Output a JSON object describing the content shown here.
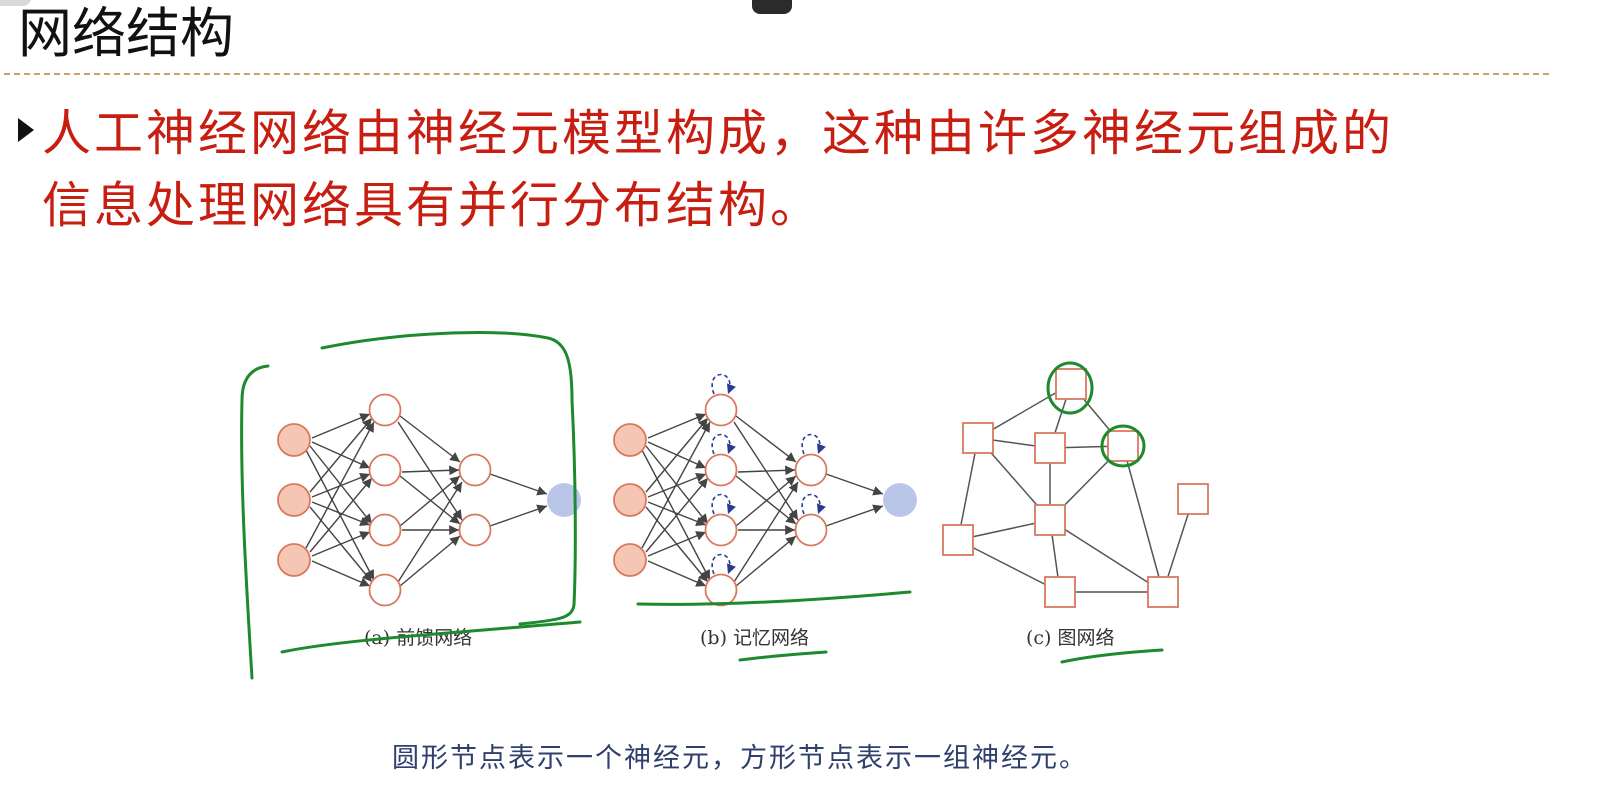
{
  "slide": {
    "title": "网络结构",
    "bullet_lines": [
      "人工神经网络由神经元模型构成，这种由许多神经元组成的",
      "信息处理网络具有并行分布结构。"
    ]
  },
  "figure": {
    "panels": [
      {
        "label": "(a) 前馈网络"
      },
      {
        "label": "(b) 记忆网络"
      },
      {
        "label": "(c) 图网络"
      }
    ],
    "caption": "圆形节点表示一个神经元，方形节点表示一组神经元。"
  },
  "colors": {
    "title": "#111111",
    "bullet_text": "#c81e12",
    "input_node_fill": "#f6c6b5",
    "node_stroke": "#d9795f",
    "output_node_fill": "#b9c6ea",
    "edge": "#444444",
    "recurrent_edge": "#2a3a8f",
    "annotation_pen": "#1d8a2e",
    "caption": "#2f3f6e",
    "divider": "#c9a36a"
  }
}
